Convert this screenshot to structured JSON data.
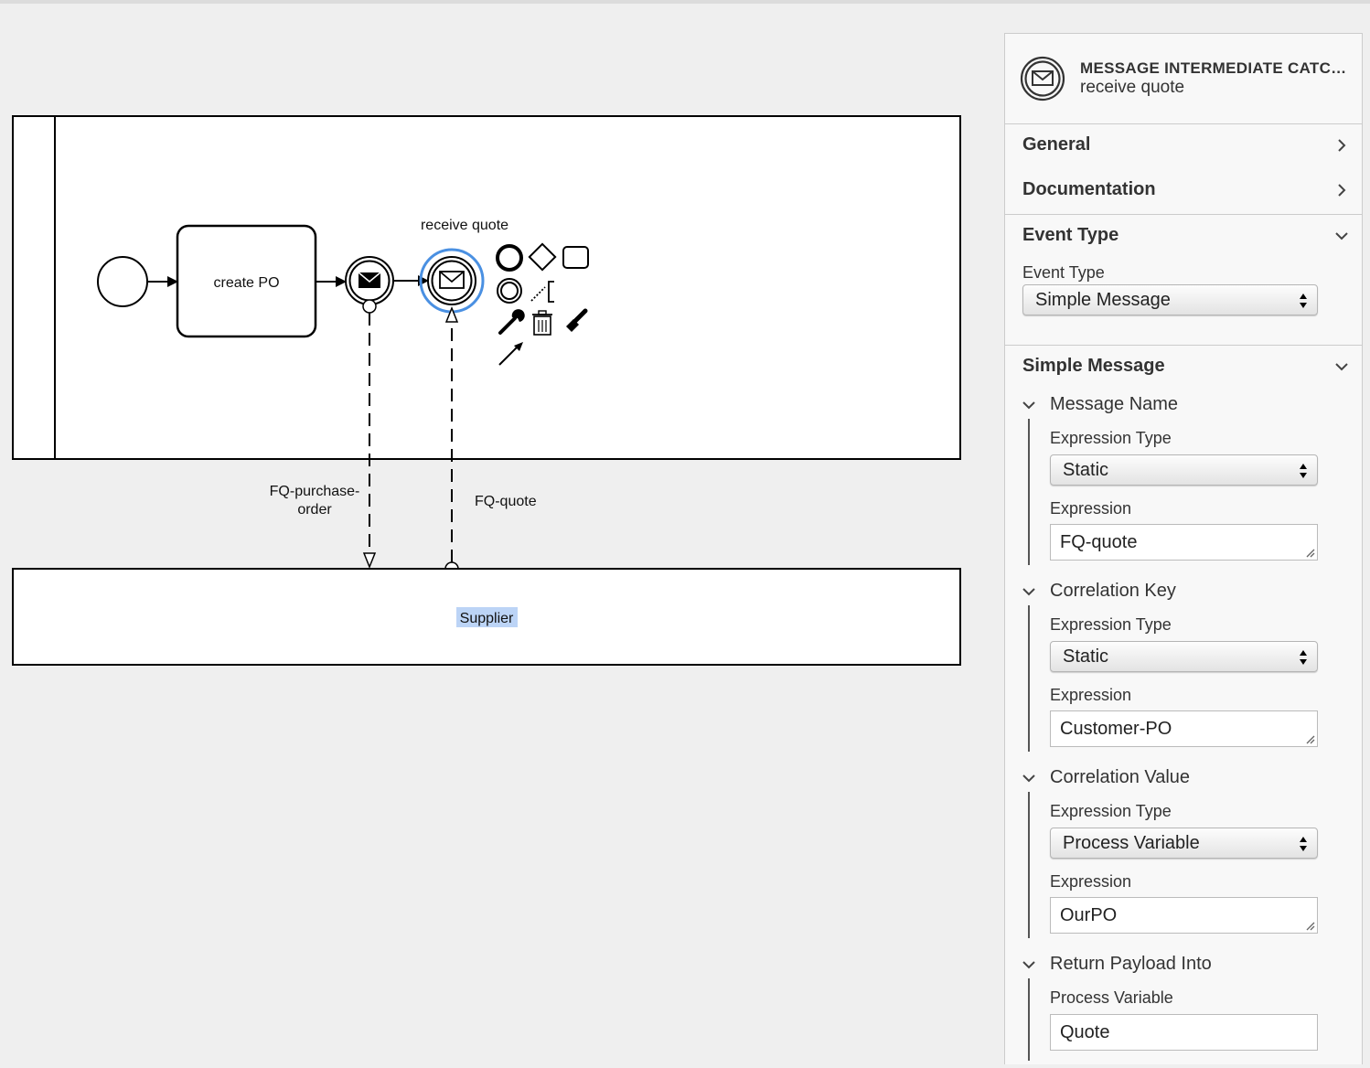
{
  "diagram": {
    "task_label": "create PO",
    "event_label": "receive quote",
    "flow1_label_line1": "FQ-purchase-",
    "flow1_label_line2": "order",
    "flow2_label": "FQ-quote",
    "pool_label": "Supplier",
    "selection_color": "#4a90e2",
    "label_highlight": "#bcd4f6"
  },
  "panel": {
    "element_type": "MESSAGE INTERMEDIATE CATCH EVENT",
    "element_name": "receive quote",
    "element_icon": "envelope-icon",
    "groups": {
      "general": "General",
      "documentation": "Documentation",
      "event_type": "Event Type",
      "simple_message": "Simple Message"
    },
    "event_type_label": "Event Type",
    "event_type_value": "Simple Message",
    "message_name": {
      "title": "Message Name",
      "expr_type_label": "Expression Type",
      "expr_type_value": "Static",
      "expr_label": "Expression",
      "expr_value": "FQ-quote"
    },
    "correlation_key": {
      "title": "Correlation Key",
      "expr_type_label": "Expression Type",
      "expr_type_value": "Static",
      "expr_label": "Expression",
      "expr_value": "Customer-PO"
    },
    "correlation_value": {
      "title": "Correlation Value",
      "expr_type_label": "Expression Type",
      "expr_type_value": "Process Variable",
      "expr_label": "Expression",
      "expr_value": "OurPO"
    },
    "return_payload": {
      "title": "Return Payload Into",
      "var_label": "Process Variable",
      "var_value": "Quote"
    }
  }
}
